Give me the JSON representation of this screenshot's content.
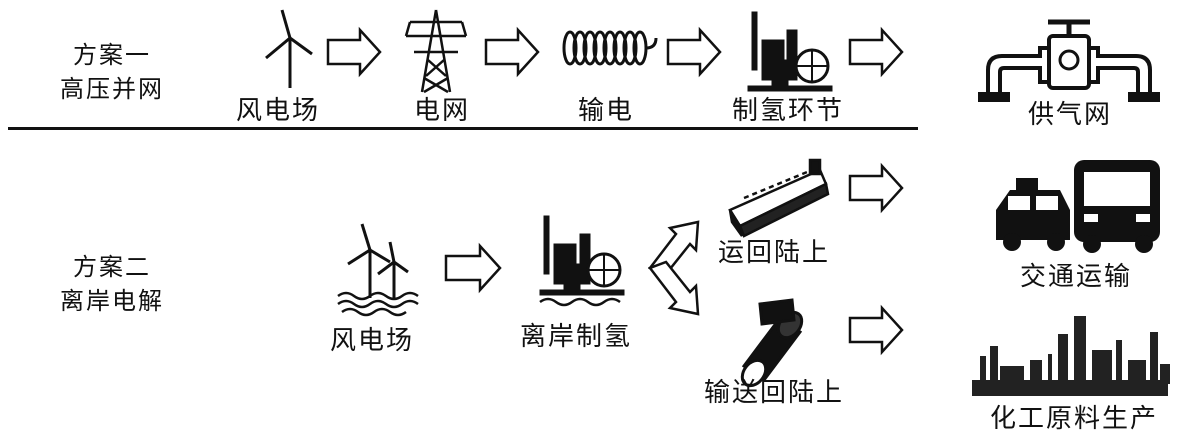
{
  "scheme1": {
    "line1": "方案一",
    "line2": "高压并网"
  },
  "scheme2": {
    "line1": "方案二",
    "line2": "离岸电解"
  },
  "row1": {
    "wind_farm": "风电场",
    "grid": "电网",
    "transmission": "输电",
    "hydrogen_production": "制氢环节",
    "gas_network": "供气网"
  },
  "row2": {
    "wind_farm": "风电场",
    "offshore_hydrogen": "离岸制氢",
    "ship_back": "运回陆上",
    "pipe_back": "输送回陆上",
    "transport": "交通运输",
    "chemical": "化工原料生产"
  },
  "caption": ""
}
